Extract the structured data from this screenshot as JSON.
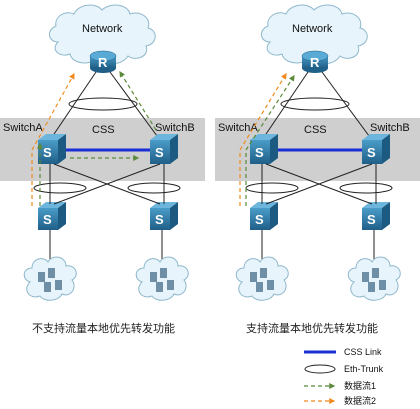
{
  "colors": {
    "css_link": "#1a2fd6",
    "data_flow_1": "#5a8a3a",
    "data_flow_2": "#f08a1c",
    "switch_face": "#2f7fae",
    "band": "#cfcfcf",
    "cloud": "#e7f4fb",
    "cloud_edge": "#8fb8cc"
  },
  "left_panel": {
    "network_label": "Network",
    "router_letter": "R",
    "band_label": "CSS",
    "switch_a_label": "SwitchA",
    "switch_b_label": "SwitchB",
    "switch_letter": "S",
    "caption": "不支持流量本地优先转发功能"
  },
  "right_panel": {
    "network_label": "Network",
    "router_letter": "R",
    "band_label": "CSS",
    "switch_a_label": "SwitchA",
    "switch_b_label": "SwitchB",
    "switch_letter": "S",
    "caption": "支持流量本地优先转发功能"
  },
  "legend": {
    "css_link": "CSS Link",
    "eth_trunk": "Eth-Trunk",
    "data_flow_1": "数据流1",
    "data_flow_2": "数据流2"
  }
}
